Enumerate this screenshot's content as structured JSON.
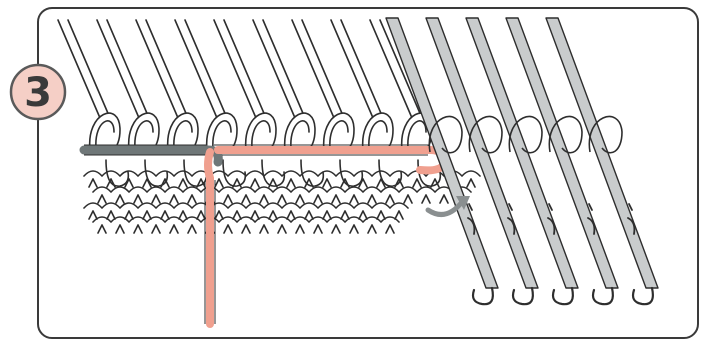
{
  "step": {
    "number": "3",
    "badge_fill": "#f5cfc6",
    "badge_stroke": "#5a5a5a"
  },
  "colors": {
    "frame_stroke": "#3a3a3a",
    "line": "#2e2e2e",
    "needle_gray": "#c9cccd",
    "waste_yarn": "#6f7778",
    "working_yarn": "#f0a08f",
    "arrow": "#8a8f90"
  },
  "diagram": {
    "needles_in_work": 9,
    "needles_out_of_work": 5,
    "icons": [
      "latch-needle-icon",
      "stitch-loop-icon",
      "direction-arrow-icon"
    ]
  }
}
